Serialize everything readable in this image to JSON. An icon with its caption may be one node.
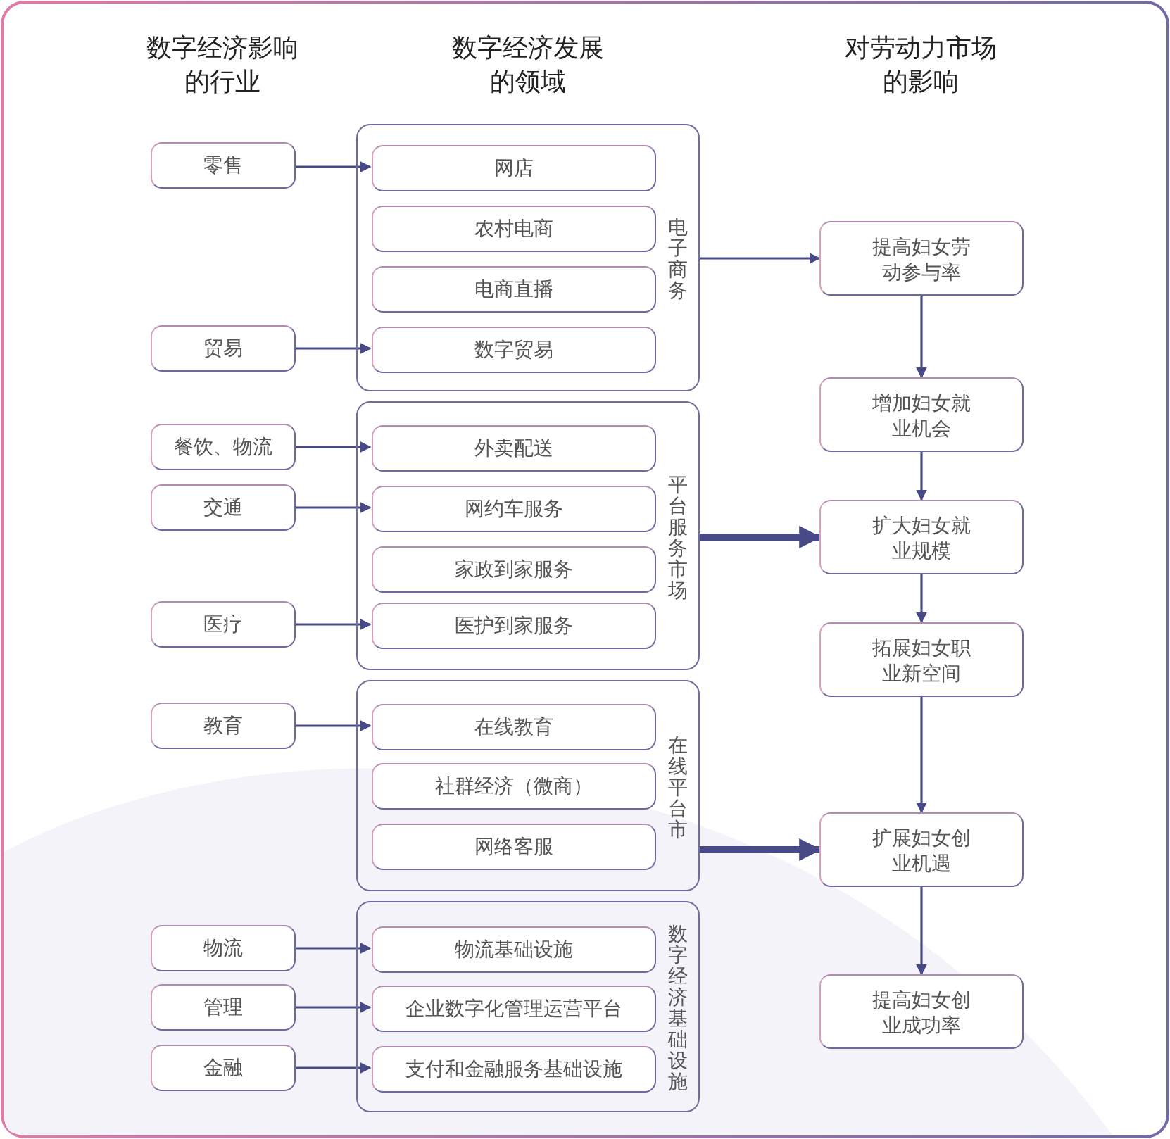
{
  "diagram": {
    "nodes": [
      {
        "text": [
          "电子商务"
        ]
      },
      {
        "text": [
          "网店"
        ],
        "in": 0
      },
      {
        "text": [
          "农村电商"
        ],
        "in": 0
      },
      {
        "text": [
          "电商直播"
        ],
        "in": 0
      },
      {
        "text": [
          "数字贸易"
        ],
        "in": 0
      },
      {
        "text": [
          "平台服务市场"
        ]
      },
      {
        "text": [
          "外卖配送"
        ],
        "in": 5
      },
      {
        "text": [
          "网约车服务"
        ],
        "in": 5
      },
      {
        "text": [
          "家政到家服务"
        ],
        "in": 5
      },
      {
        "text": [
          "医护到家服务"
        ],
        "in": 5
      },
      {
        "text": [
          "在线平台市"
        ]
      },
      {
        "text": [
          "在线教育"
        ],
        "in": 10
      },
      {
        "text": [
          "社群经济（微商）"
        ],
        "in": 10
      },
      {
        "text": [
          "网络客服"
        ],
        "in": 10
      },
      {
        "text": [
          "数字经济基础设施"
        ]
      },
      {
        "text": [
          "物流基础设施"
        ],
        "in": 14
      },
      {
        "text": [
          "企业数字化管理运营平台"
        ],
        "in": 14
      },
      {
        "text": [
          "支付和金融服务基础设施"
        ],
        "in": 14
      },
      {
        "text": [
          "零售"
        ]
      },
      {
        "text": [
          "贸易"
        ]
      },
      {
        "text": [
          "餐饮、物流"
        ]
      },
      {
        "text": [
          "交通"
        ]
      },
      {
        "text": [
          "医疗"
        ]
      },
      {
        "text": [
          "教育"
        ]
      },
      {
        "text": [
          "物流"
        ]
      },
      {
        "text": [
          "管理"
        ]
      },
      {
        "text": [
          "金融"
        ]
      },
      {
        "text": [
          "提高妇女劳动参与率"
        ]
      },
      {
        "text": [
          "增加妇女就业机会"
        ]
      },
      {
        "text": [
          "扩大妇女就业规模"
        ]
      },
      {
        "text": [
          "拓展妇女职业新空间"
        ]
      },
      {
        "text": [
          "扩展妇女创业机遇"
        ]
      },
      {
        "text": [
          "提高妇女创业成功率"
        ]
      }
    ],
    "edges": [
      {
        "from": 18,
        "to": 1,
        "arrow": "to"
      },
      {
        "from": 19,
        "to": 4,
        "arrow": "to"
      },
      {
        "from": 20,
        "to": 6,
        "arrow": "to"
      },
      {
        "from": 21,
        "to": 7,
        "arrow": "to"
      },
      {
        "from": 22,
        "to": 9,
        "arrow": "to"
      },
      {
        "from": 23,
        "to": 11,
        "arrow": "to"
      },
      {
        "from": 24,
        "to": 15,
        "arrow": "to"
      },
      {
        "from": 25,
        "to": 16,
        "arrow": "to"
      },
      {
        "from": 26,
        "to": 17,
        "arrow": "to"
      },
      {
        "from": 0,
        "to": 27,
        "arrow": "to"
      },
      {
        "from": 27,
        "to": 28,
        "arrow": "to"
      },
      {
        "from": 28,
        "to": 29,
        "arrow": "to"
      },
      {
        "from": 29,
        "to": 30,
        "arrow": "to"
      },
      {
        "from": 30,
        "to": 31,
        "arrow": "to"
      },
      {
        "from": 31,
        "to": 32,
        "arrow": "to"
      },
      {
        "from": 5,
        "to": 29,
        "arrow": "to",
        "style": "thick"
      },
      {
        "from": 10,
        "to": 31,
        "arrow": "to",
        "style": "thick"
      }
    ],
    "labels": [
      "数字经济影响的行业",
      "数字经济发展的领域",
      "对劳动力市场的影响"
    ]
  }
}
